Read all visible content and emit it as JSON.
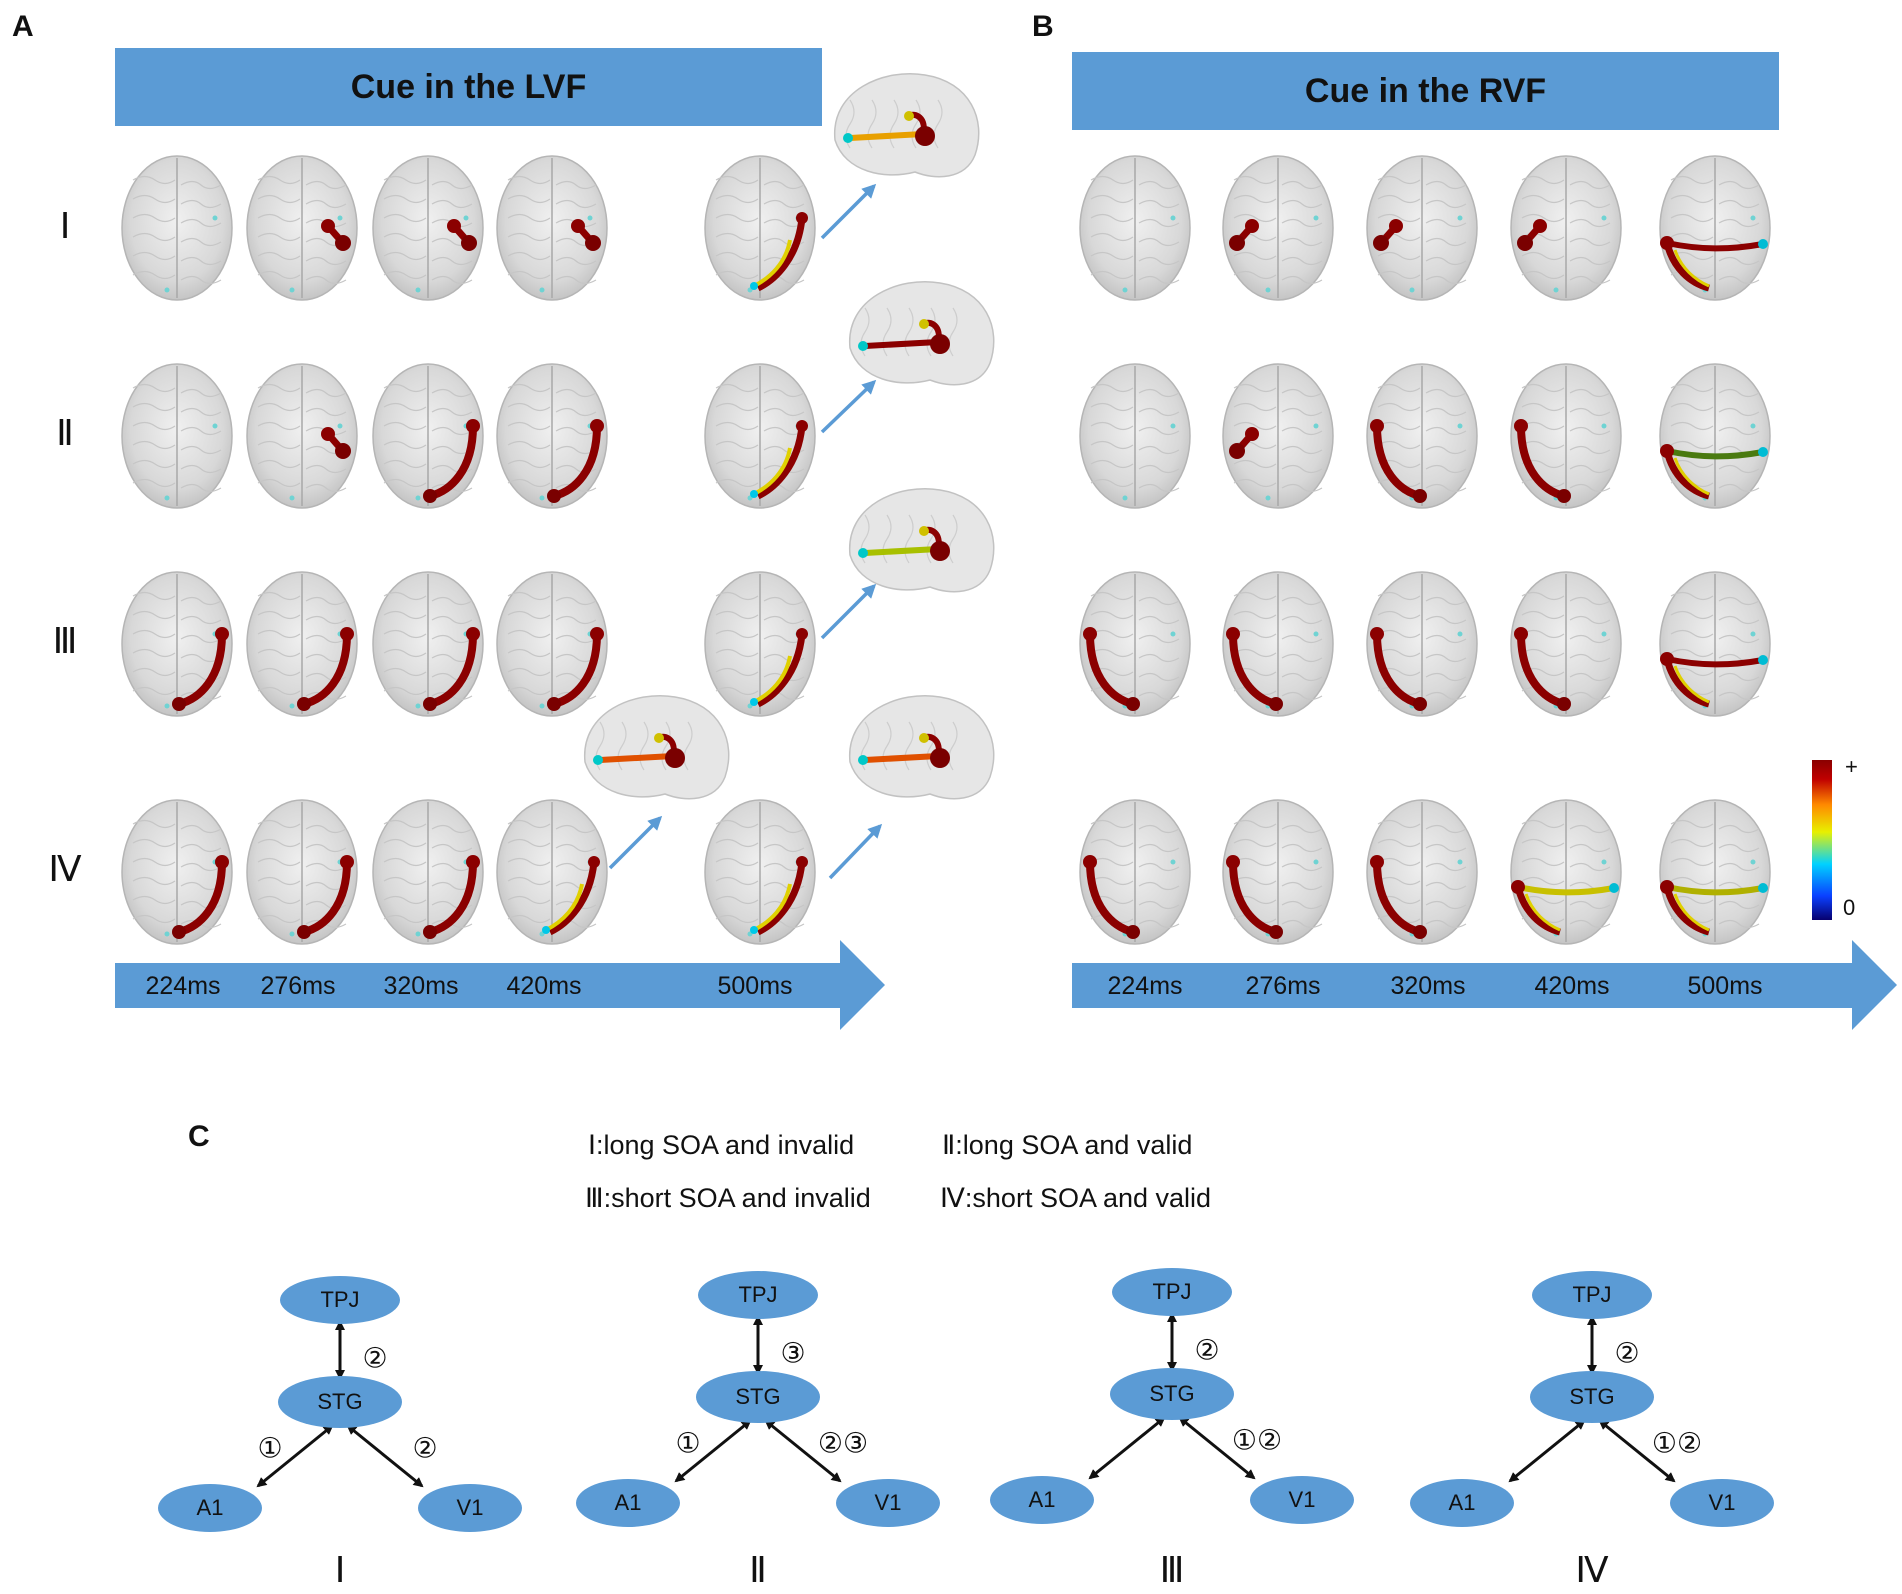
{
  "panels": {
    "A": {
      "letter": "A",
      "title": "Cue in the LVF"
    },
    "B": {
      "letter": "B",
      "title": "Cue in the RVF"
    },
    "C": {
      "letter": "C"
    }
  },
  "row_labels": [
    "Ⅰ",
    "Ⅱ",
    "Ⅲ",
    "Ⅳ"
  ],
  "time_labels": [
    "224ms",
    "276ms",
    "320ms",
    "420ms",
    "500ms"
  ],
  "colorbar": {
    "max_label": "+",
    "min_label": "0",
    "colors": [
      "#08006e",
      "#0a40ff",
      "#00d2ff",
      "#e8f000",
      "#ff8a00",
      "#c00000",
      "#8a0000"
    ]
  },
  "condition_legend": [
    "Ⅰ:long SOA and invalid",
    "Ⅱ:long SOA and valid",
    "Ⅲ:short SOA and invalid",
    "Ⅳ:short SOA and valid"
  ],
  "node_labels": {
    "top": "TPJ",
    "middle": "STG",
    "left": "A1",
    "right": "V1"
  },
  "network_diagrams": [
    {
      "roman": "Ⅰ",
      "top_edge": "②",
      "left_edge": "①",
      "right_edge": "②"
    },
    {
      "roman": "Ⅱ",
      "top_edge": "③",
      "left_edge": "①",
      "right_edge": "②③"
    },
    {
      "roman": "Ⅲ",
      "top_edge": "②",
      "left_edge": "",
      "right_edge": "①②"
    },
    {
      "roman": "Ⅳ",
      "top_edge": "②",
      "left_edge": "",
      "right_edge": "①②"
    }
  ]
}
